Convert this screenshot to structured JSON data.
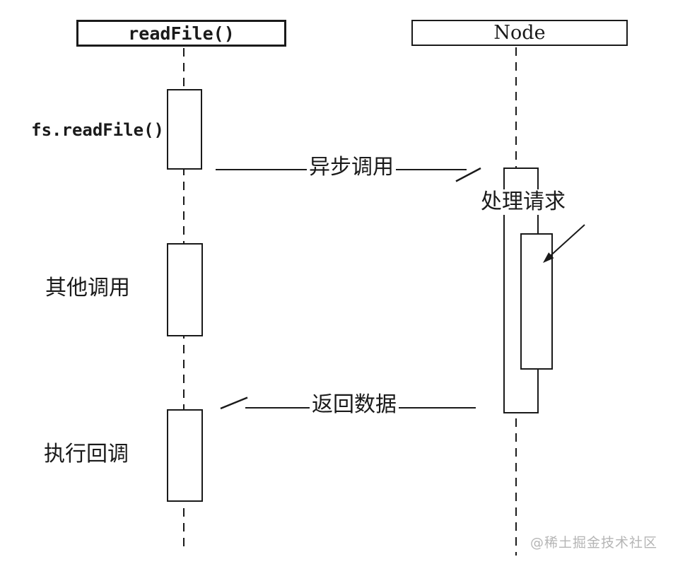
{
  "diagram": {
    "type": "sequence",
    "lifelines": [
      {
        "id": "readfile",
        "title": "readFile()"
      },
      {
        "id": "node",
        "title": "Node"
      }
    ],
    "steps": [
      {
        "lifeline": "readfile",
        "label": "fs.readFile()"
      },
      {
        "lifeline": "readfile",
        "label": "其他调用"
      },
      {
        "lifeline": "readfile",
        "label": "执行回调"
      }
    ],
    "node_activity": {
      "label": "处理请求"
    },
    "messages": [
      {
        "from": "readfile",
        "to": "node",
        "label": "异步调用",
        "direction": "right",
        "arrow": "open-half"
      },
      {
        "from": "node",
        "to": "readfile",
        "label": "返回数据",
        "direction": "left",
        "arrow": "open-half"
      }
    ],
    "watermark": "@稀土掘金技术社区",
    "colors": {
      "stroke": "#1a1a1a",
      "background": "#ffffff",
      "watermark": "#b5b5b5"
    }
  }
}
